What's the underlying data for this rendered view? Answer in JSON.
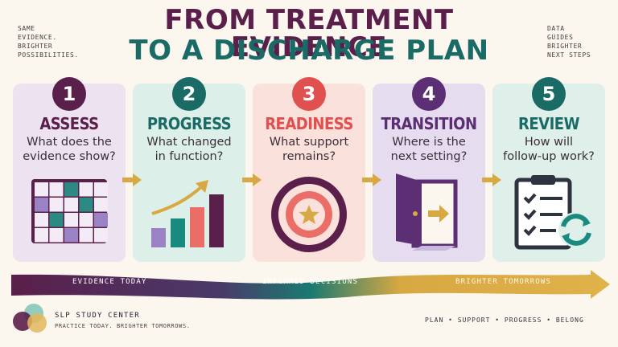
{
  "title": {
    "line1": "FROM TREATMENT EVIDENCE",
    "line2": "TO A DISCHARGE PLAN"
  },
  "left_note": "SAME\nEVIDENCE.\nBRIGHTER\nPOSSIBILITIES.",
  "right_note": "DATA\nGUIDES\nBRIGHTER\nNEXT STEPS",
  "steps": [
    {
      "number": "1",
      "title": "ASSESS",
      "question": "What does the\nevidence show?",
      "icon": "grid-chart-icon",
      "color": "#5a1f4a",
      "bg": "#ece2f0"
    },
    {
      "number": "2",
      "title": "PROGRESS",
      "question": "What changed\nin function?",
      "icon": "bar-growth-icon",
      "color": "#1a6a66",
      "bg": "#dcefe9"
    },
    {
      "number": "3",
      "title": "READINESS",
      "question": "What support\nremains?",
      "icon": "target-star-icon",
      "color": "#e0504e",
      "bg": "#fbe1dc"
    },
    {
      "number": "4",
      "title": "TRANSITION",
      "question": "Where is the\nnext setting?",
      "icon": "door-exit-icon",
      "color": "#5c2e74",
      "bg": "#e6dcef"
    },
    {
      "number": "5",
      "title": "REVIEW",
      "question": "How will\nfollow-up work?",
      "icon": "clipboard-check-icon",
      "color": "#1a6a66",
      "bg": "#dff0ea"
    }
  ],
  "ribbon": {
    "left": "EVIDENCE TODAY",
    "middle": "INFORMED DECISIONS",
    "right": "BRIGHTER TOMORROWS"
  },
  "footer": {
    "brand": "SLP STUDY CENTER",
    "tagline": "PRACTICE TODAY. BRIGHTER TOMORROWS.",
    "right": "PLAN • SUPPORT • PROGRESS • BELONG"
  },
  "colors": {
    "plum": "#5a1f4a",
    "teal": "#1a6a66",
    "coral": "#e0504e",
    "gold": "#d8a843",
    "background": "#fbf6ee"
  }
}
